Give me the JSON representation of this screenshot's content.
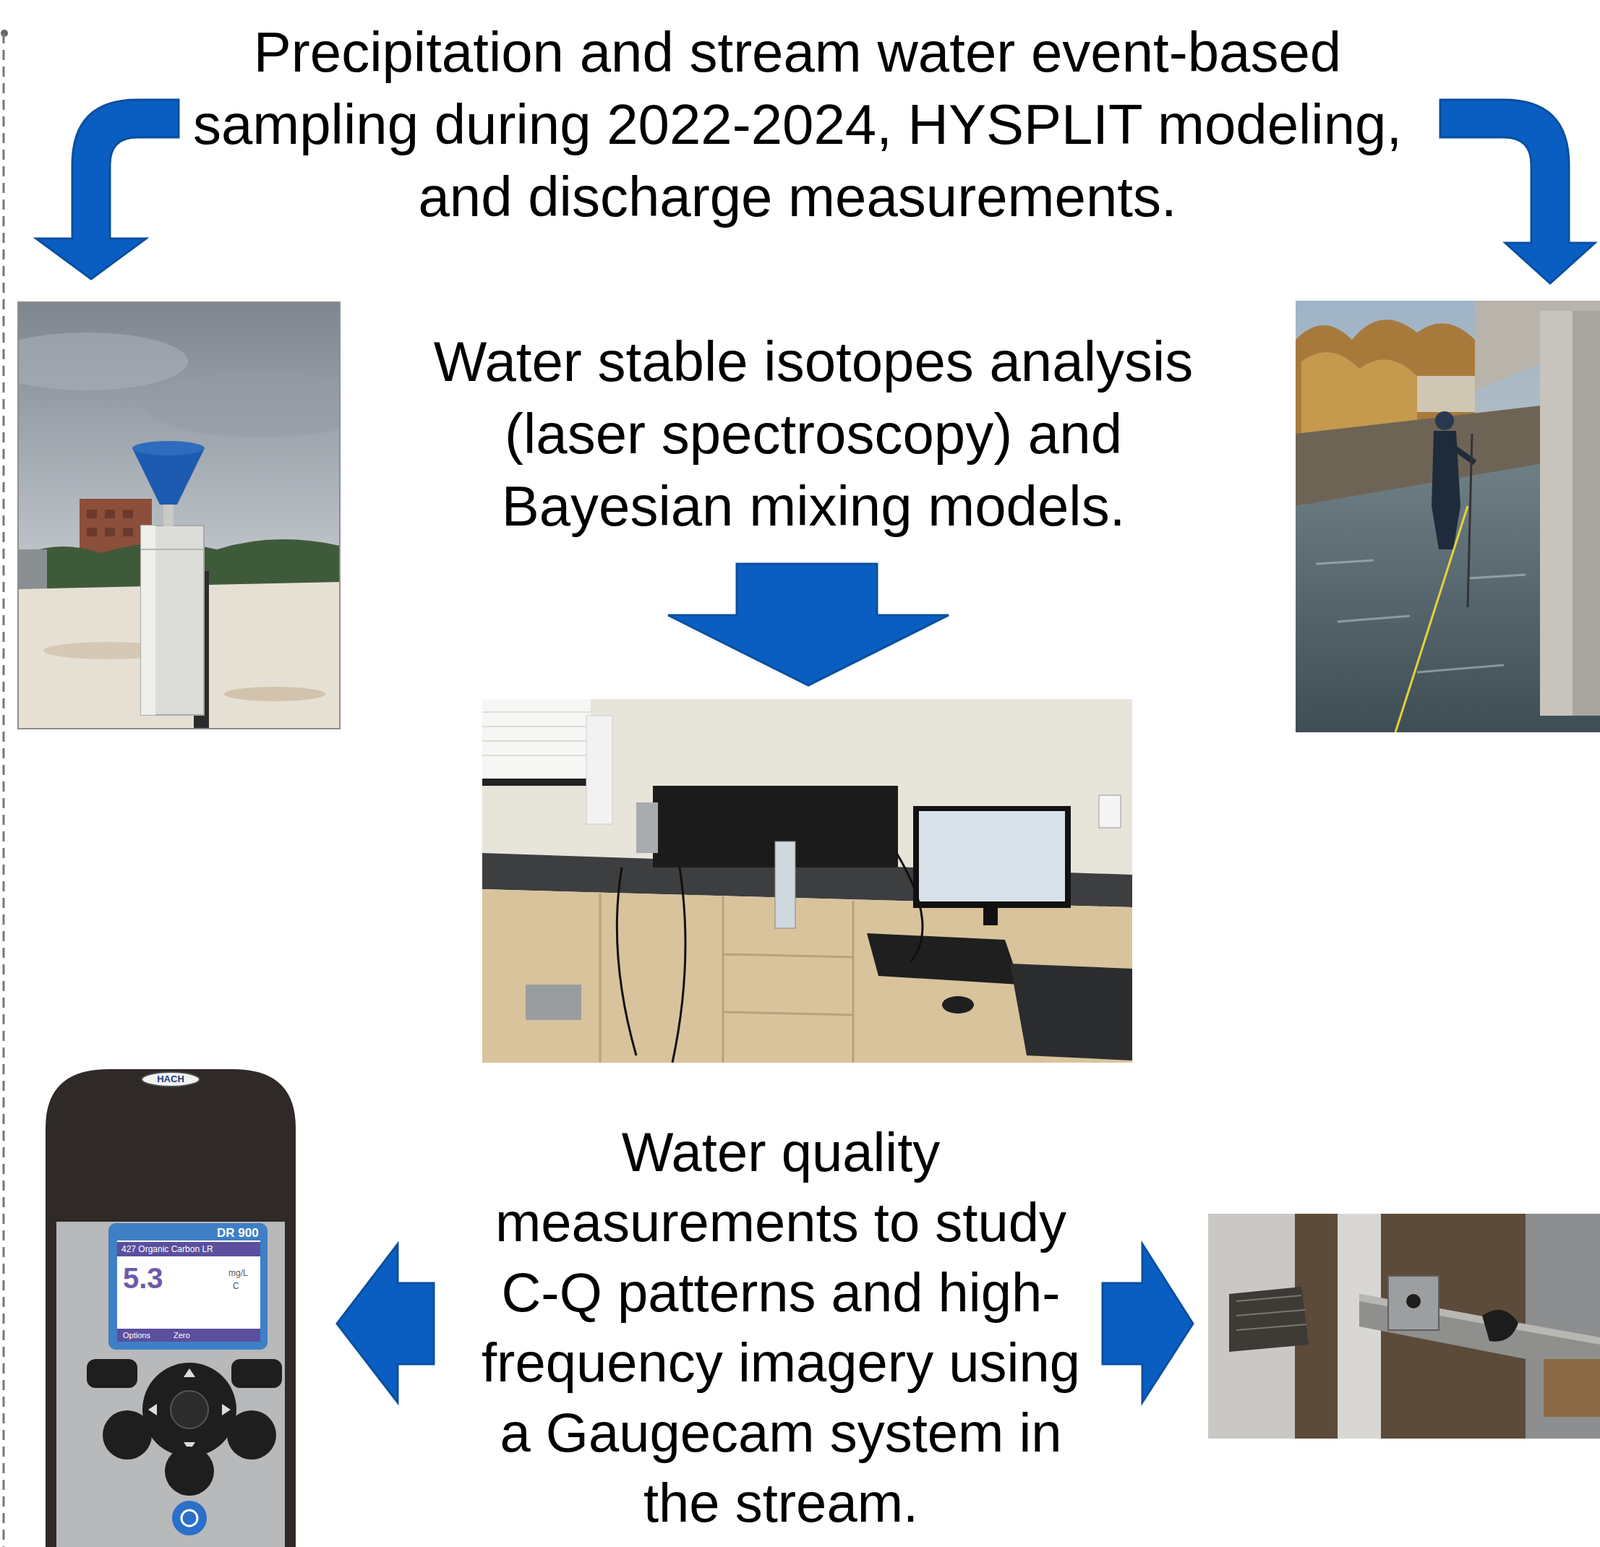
{
  "diagram": {
    "labels": [
      "Precipitation and stream water event-based sampling during 2022-2024, HYSPLIT modeling, and discharge measurements.",
      "Water stable isotopes analysis (laser spectroscopy) and Bayesian mixing models.",
      "Water quality measurements to study C-Q patterns and high-frequency imagery using a Gaugecam system in the stream.",
      "HACH",
      "DR 900",
      "427 Organic Carbon LR",
      "5.3",
      "mg/L",
      "C",
      "Options",
      "Zero"
    ]
  }
}
